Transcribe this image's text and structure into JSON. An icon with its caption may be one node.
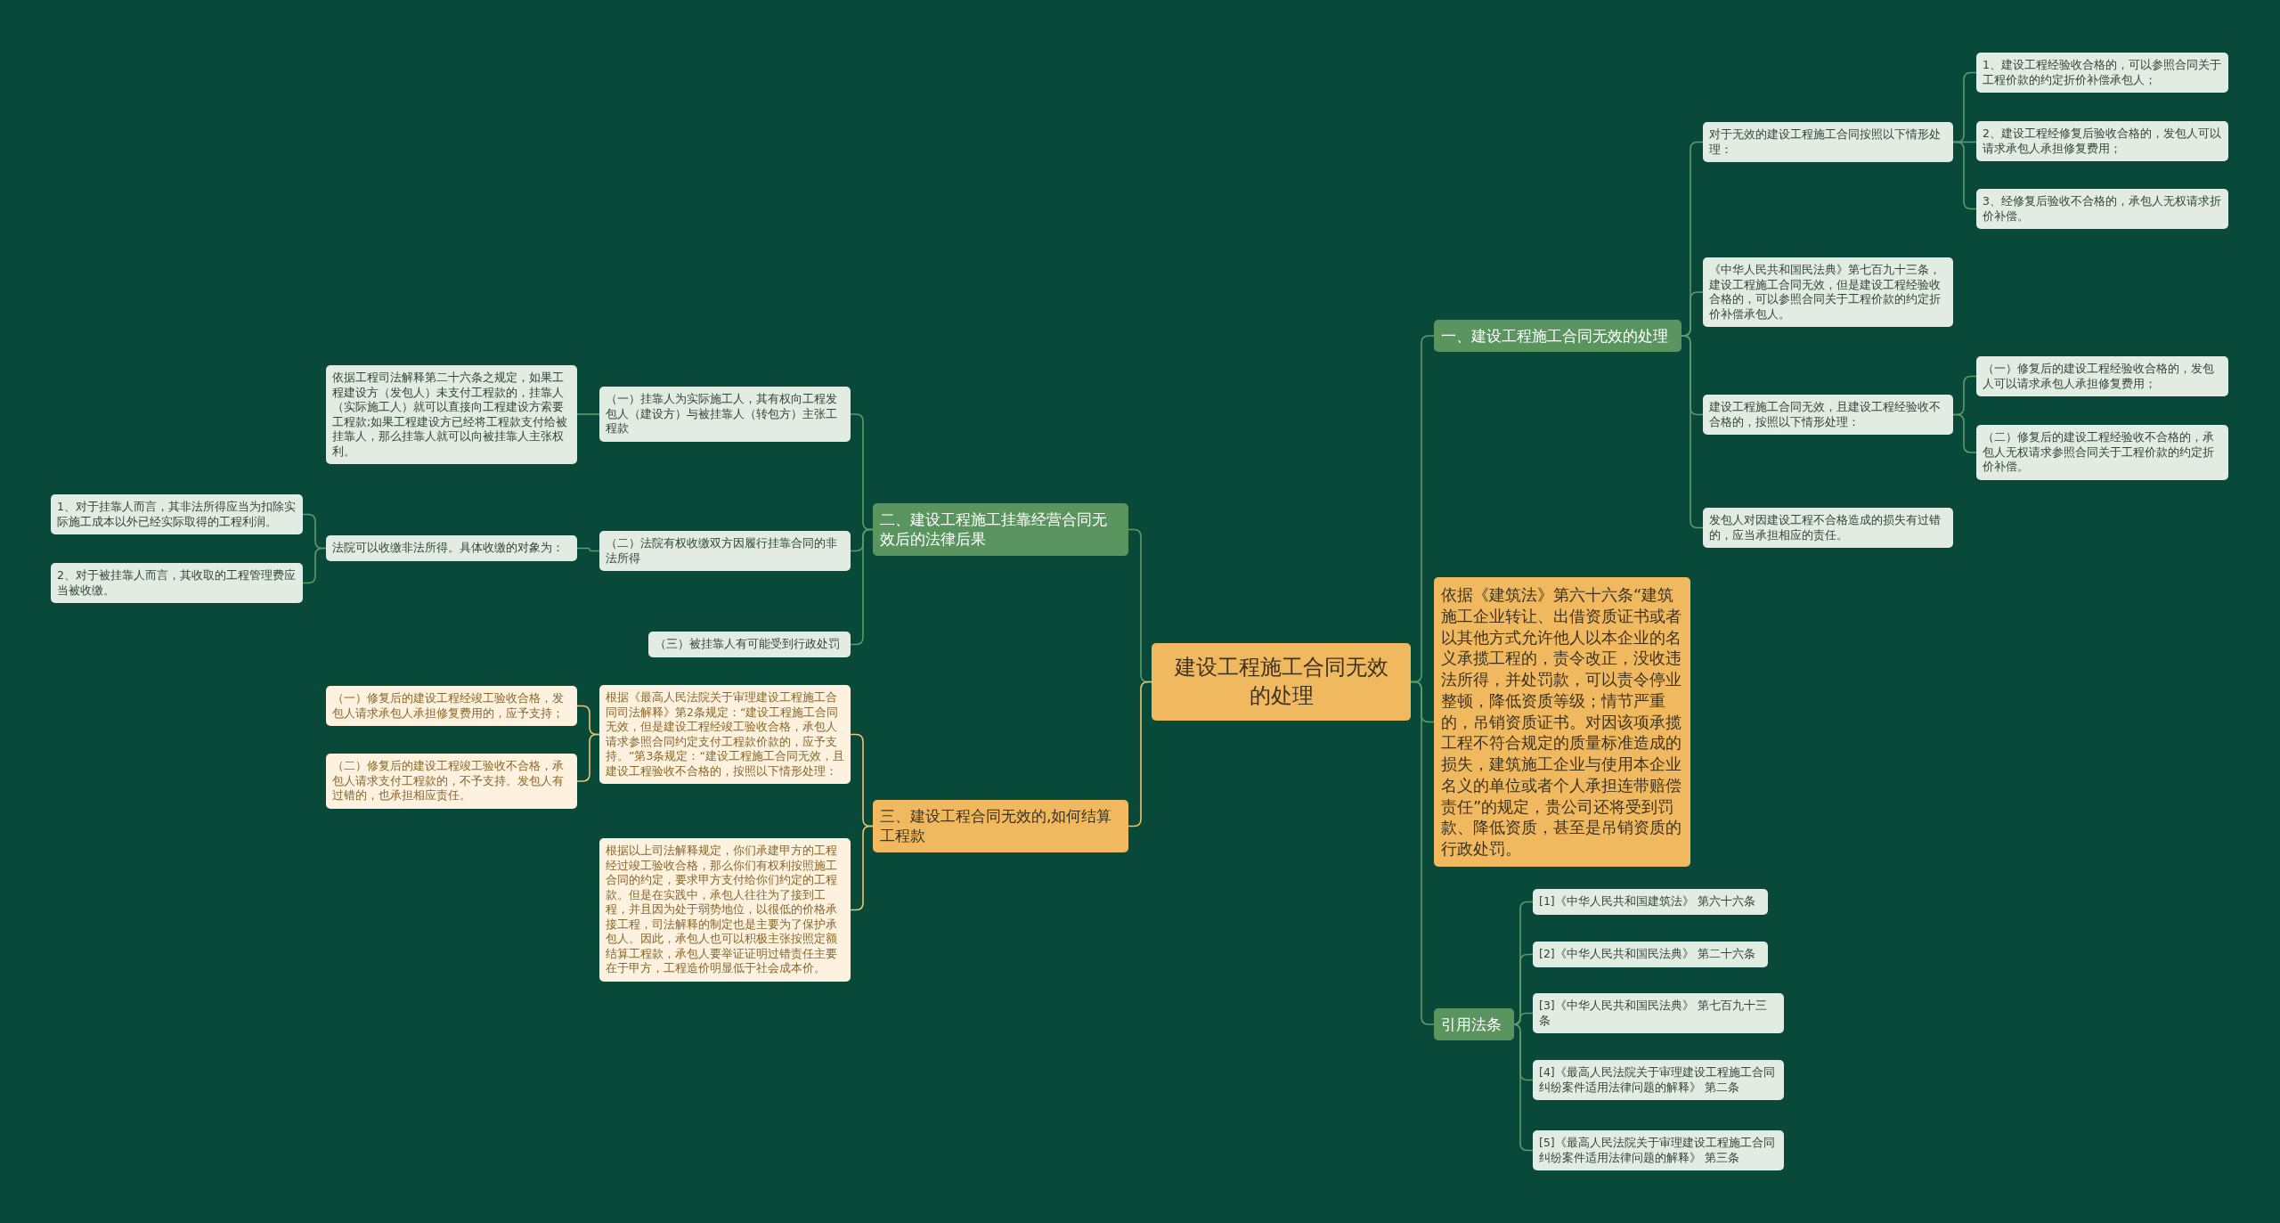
{
  "diagram": {
    "nodes": [
      {
        "text": [
          "建设工程施工合同无效的处理"
        ]
      },
      {
        "text": [
          "一、建设工程施工合同无效的处理"
        ]
      },
      {
        "text": [
          "对于无效的建设工程施工合同按照以下情形处理："
        ]
      },
      {
        "text": [
          "1、建设工程经验收合格的，可以参照合同关于工程价款的约定折价补偿承包人；"
        ]
      },
      {
        "text": [
          "2、建设工程经修复后验收合格的，发包人可以请求承包人承担修复费用；"
        ]
      },
      {
        "text": [
          "3、经修复后验收不合格的，承包人无权请求折价补偿。"
        ]
      },
      {
        "text": [
          "《中华人民共和国民法典》第七百九十三条，建设工程施工合同无效，但是建设工程经验收合格的，可以参照合同关于工程价款的约定折价补偿承包人。"
        ]
      },
      {
        "text": [
          "建设工程施工合同无效，且建设工程经验收不合格的，按照以下情形处理："
        ]
      },
      {
        "text": [
          "（一）修复后的建设工程经验收合格的，发包人可以请求承包人承担修复费用；"
        ]
      },
      {
        "text": [
          "（二）修复后的建设工程经验收不合格的，承包人无权请求参照合同关于工程价款的约定折价补偿。"
        ]
      },
      {
        "text": [
          "发包人对因建设工程不合格造成的损失有过错的，应当承担相应的责任。"
        ]
      },
      {
        "text": [
          "依据《建筑法》第六十六条“建筑施工企业转让、出借资质证书或者以其他方式允许他人以本企业的名义承揽工程的，责令改正，没收违法所得，并处罚款，可以责令停业整顿，降低资质等级；情节严重的，吊销资质证书。对因该项承揽工程不符合规定的质量标准造成的损失，建筑施工企业与使用本企业名义的单位或者个人承担连带赔偿责任”的规定，贵公司还将受到罚款、降低资质，甚至是吊销资质的行政处罚。"
        ]
      },
      {
        "text": [
          "引用法条"
        ]
      },
      {
        "text": [
          "[1]《中华人民共和国建筑法》 第六十六条"
        ]
      },
      {
        "text": [
          "[2]《中华人民共和国民法典》 第二十六条"
        ]
      },
      {
        "text": [
          "[3]《中华人民共和国民法典》 第七百九十三条"
        ]
      },
      {
        "text": [
          "[4]《最高人民法院关于审理建设工程施工合同纠纷案件适用法律问题的解释》 第二条"
        ]
      },
      {
        "text": [
          "[5]《最高人民法院关于审理建设工程施工合同纠纷案件适用法律问题的解释》 第三条"
        ]
      },
      {
        "text": [
          "二、建设工程施工挂靠经营合同无效后的法律后果"
        ]
      },
      {
        "text": [
          "（一）挂靠人为实际施工人，其有权向工程发包人（建设方）与被挂靠人（转包方）主张工程款"
        ]
      },
      {
        "text": [
          "依据工程司法解释第二十六条之规定，如果工程建设方（发包人）未支付工程款的，挂靠人（实际施工人）就可以直接向工程建设方索要工程款;如果工程建设方已经将工程款支付给被挂靠人，那么挂靠人就可以向被挂靠人主张权利。"
        ]
      },
      {
        "text": [
          "（二）法院有权收缴双方因履行挂靠合同的非法所得"
        ]
      },
      {
        "text": [
          "法院可以收缴非法所得。具体收缴的对象为："
        ]
      },
      {
        "text": [
          "1、对于挂靠人而言，其非法所得应当为扣除实际施工成本以外已经实际取得的工程利润。"
        ]
      },
      {
        "text": [
          "2、对于被挂靠人而言，其收取的工程管理费应当被收缴。"
        ]
      },
      {
        "text": [
          "（三）被挂靠人有可能受到行政处罚"
        ]
      },
      {
        "text": [
          "三、建设工程合同无效的,如何结算工程款"
        ]
      },
      {
        "text": [
          "根据《最高人民法院关于审理建设工程施工合同司法解释》第2条规定：“建设工程施工合同无效，但是建设工程经竣工验收合格，承包人请求参照合同约定支付工程款价款的，应予支持。”第3条规定：“建设工程施工合同无效，且建设工程验收不合格的，按照以下情形处理："
        ]
      },
      {
        "text": [
          "（一）修复后的建设工程经竣工验收合格，发包人请求承包人承担修复费用的，应予支持；"
        ]
      },
      {
        "text": [
          "（二）修复后的建设工程竣工验收不合格，承包人请求支付工程款的，不予支持。发包人有过错的，也承担相应责任。"
        ]
      },
      {
        "text": [
          "根据以上司法解释规定，你们承建甲方的工程经过竣工验收合格，那么你们有权利按照施工合同的约定，要求甲方支付给你们约定的工程款。但是在实践中，承包人往往为了接到工程，并且因为处于弱势地位，以很低的价格承接工程，司法解释的制定也是主要为了保护承包人。因此，承包人也可以积极主张按照定额结算工程款，承包人要举证证明过错责任主要在于甲方，工程造价明显低于社会成本价。"
        ]
      }
    ],
    "edges": [
      {
        "from": 0,
        "to": 1,
        "arrow": "none"
      },
      {
        "from": 1,
        "to": 2,
        "arrow": "none"
      },
      {
        "from": 2,
        "to": 3,
        "arrow": "none"
      },
      {
        "from": 2,
        "to": 4,
        "arrow": "none"
      },
      {
        "from": 2,
        "to": 5,
        "arrow": "none"
      },
      {
        "from": 1,
        "to": 6,
        "arrow": "none"
      },
      {
        "from": 1,
        "to": 7,
        "arrow": "none"
      },
      {
        "from": 7,
        "to": 8,
        "arrow": "none"
      },
      {
        "from": 7,
        "to": 9,
        "arrow": "none"
      },
      {
        "from": 1,
        "to": 10,
        "arrow": "none"
      },
      {
        "from": 0,
        "to": 11,
        "arrow": "none"
      },
      {
        "from": 0,
        "to": 12,
        "arrow": "none"
      },
      {
        "from": 12,
        "to": 13,
        "arrow": "none"
      },
      {
        "from": 12,
        "to": 14,
        "arrow": "none"
      },
      {
        "from": 12,
        "to": 15,
        "arrow": "none"
      },
      {
        "from": 12,
        "to": 16,
        "arrow": "none"
      },
      {
        "from": 12,
        "to": 17,
        "arrow": "none"
      },
      {
        "from": 0,
        "to": 18,
        "arrow": "none"
      },
      {
        "from": 18,
        "to": 19,
        "arrow": "none"
      },
      {
        "from": 19,
        "to": 20,
        "arrow": "none"
      },
      {
        "from": 18,
        "to": 21,
        "arrow": "none"
      },
      {
        "from": 21,
        "to": 22,
        "arrow": "none"
      },
      {
        "from": 22,
        "to": 23,
        "arrow": "none"
      },
      {
        "from": 22,
        "to": 24,
        "arrow": "none"
      },
      {
        "from": 18,
        "to": 25,
        "arrow": "none"
      },
      {
        "from": 0,
        "to": 26,
        "arrow": "none",
        "color": "#f0c36e"
      },
      {
        "from": 26,
        "to": 27,
        "arrow": "none",
        "color": "#f0c36e"
      },
      {
        "from": 27,
        "to": 28,
        "arrow": "none",
        "color": "#f0c36e"
      },
      {
        "from": 27,
        "to": 29,
        "arrow": "none",
        "color": "#f0c36e"
      },
      {
        "from": 26,
        "to": 30,
        "arrow": "none",
        "color": "#f0c36e"
      }
    ]
  }
}
